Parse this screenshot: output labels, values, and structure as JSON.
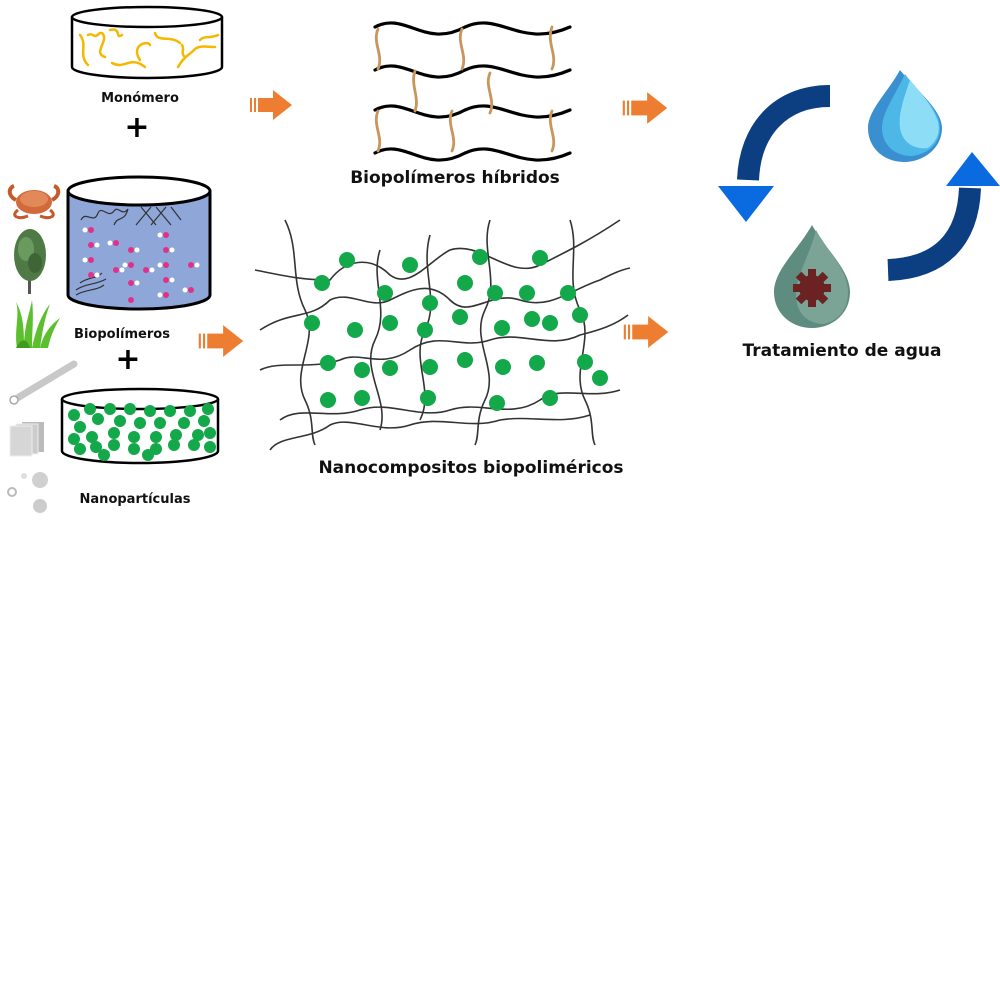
{
  "diagram": {
    "inputs": {
      "monomer": {
        "label": "Monómero",
        "icon": "cylinder-with-yellow-chains"
      },
      "plus_1": "+",
      "biopolymers": {
        "label": "Biopolímeros",
        "icon": "blue-cylinder-with-polymer-structures",
        "sources": [
          "crab-icon",
          "tree-icon",
          "grass-icon"
        ]
      },
      "plus_2": "+",
      "nanoparticles": {
        "label": "Nanopartículas",
        "icon": "cylinder-with-green-dots",
        "shapes": [
          "nanotube-icon",
          "nanosheet-icon",
          "nanosphere-icon"
        ]
      }
    },
    "products": {
      "hybrid": {
        "label": "Biopolímeros híbridos",
        "icon": "crosslinked-wavy-network"
      },
      "nanocomposite": {
        "label": "Nanocompositos biopoliméricos",
        "icon": "network-with-green-nanoparticles"
      }
    },
    "application": {
      "label": "Tratamiento de agua",
      "icons": [
        "clean-water-drop-icon",
        "contaminated-water-drop-icon",
        "cycle-arrows-icon"
      ]
    },
    "arrows": [
      "monomer-to-hybrid",
      "hybrid-to-treatment",
      "biopolymer-to-nanocomposite",
      "nanocomposite-to-treatment"
    ],
    "colors": {
      "arrow": "#ED7D31",
      "monomer_chain": "#F5B800",
      "biopolymer_fill": "#8FA6D9",
      "nanoparticle": "#13A84A",
      "crosslink": "#C8955A",
      "cycle_dark": "#0B3F82",
      "cycle_head": "#0A6BE0",
      "clean_drop_light": "#8EDDF7",
      "clean_drop_dark": "#3A8FD0",
      "dirty_drop": "#6E9A8E",
      "contaminant": "#6B2222"
    }
  }
}
